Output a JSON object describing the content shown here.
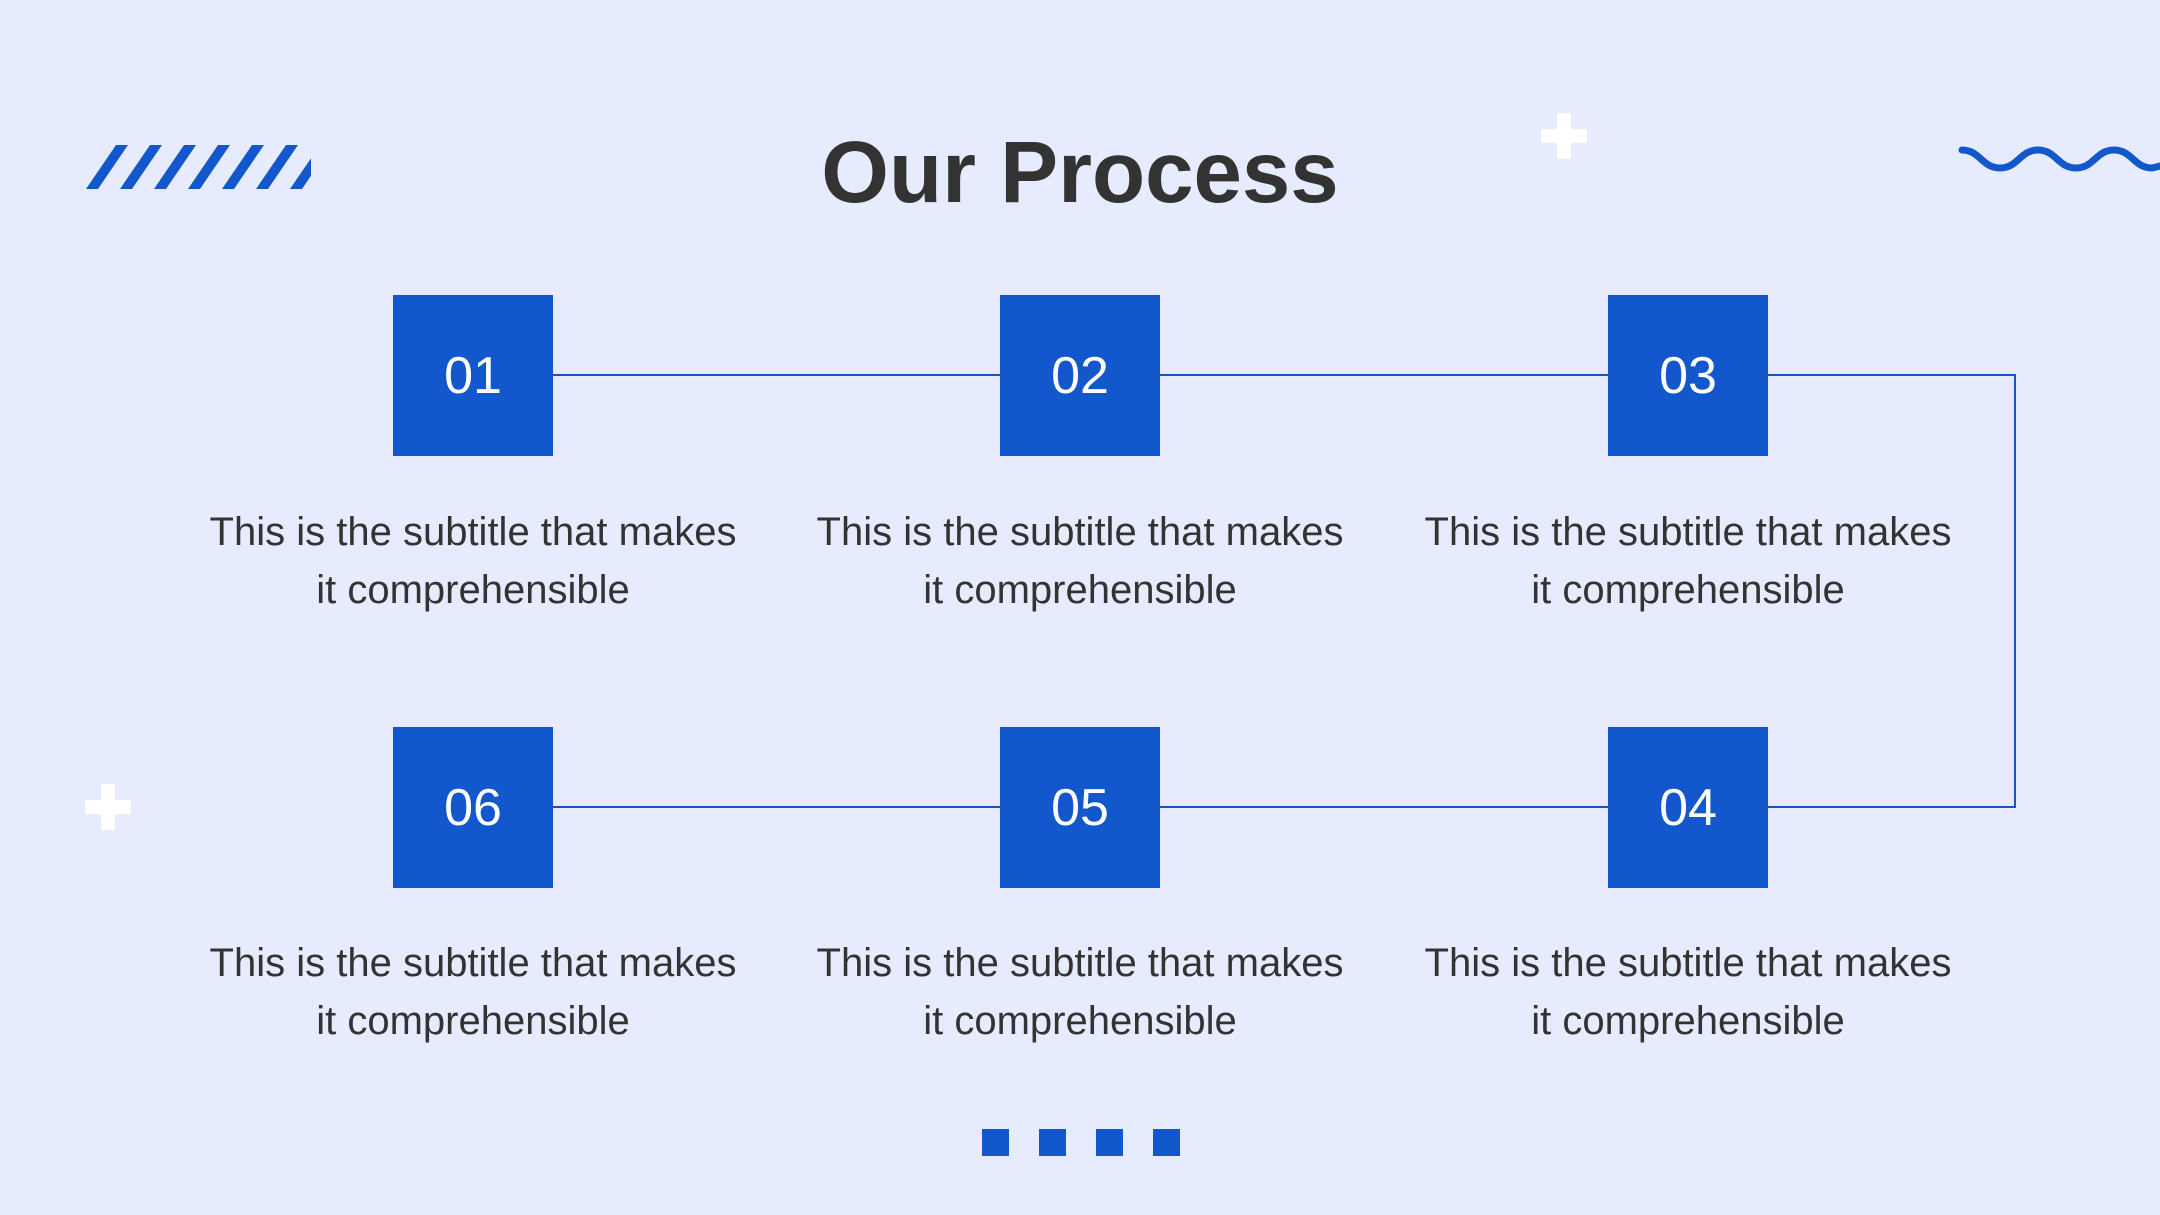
{
  "slide": {
    "title": "Our Process",
    "accent_color": "#1357cc",
    "background_color": "#e6ecfd",
    "text_color": "#333333"
  },
  "steps": [
    {
      "number": "01",
      "line1": "This is the subtitle that makes",
      "line2": "it comprehensible"
    },
    {
      "number": "02",
      "line1": "This is the subtitle that makes",
      "line2": "it comprehensible"
    },
    {
      "number": "03",
      "line1": "This is the subtitle that makes",
      "line2": "it comprehensible"
    },
    {
      "number": "04",
      "line1": "This is the subtitle that makes",
      "line2": "it comprehensible"
    },
    {
      "number": "05",
      "line1": "This is the subtitle that makes",
      "line2": "it comprehensible"
    },
    {
      "number": "06",
      "line1": "This is the subtitle that makes",
      "line2": "it comprehensible"
    }
  ],
  "decorations": {
    "top_left": "diagonal-stripes",
    "top_center_right": "plus-icon",
    "top_right": "wave-line",
    "left_middle": "plus-icon",
    "bottom_center": "square-dots"
  }
}
